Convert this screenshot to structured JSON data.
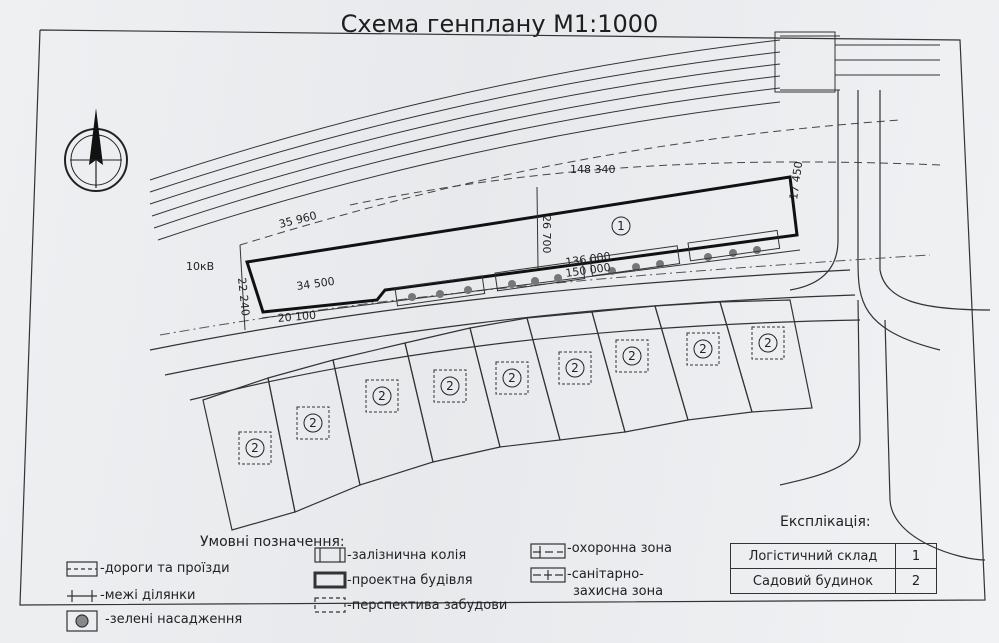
{
  "title": "Схема генплану М1:1000",
  "dimensions": {
    "d1": "148 340",
    "d2": "17 450",
    "d3": "35 960",
    "d4": "26 700",
    "d5": "10кВ",
    "d6": "34 500",
    "d7": "22 240",
    "d8": "136 000",
    "d9": "150 000",
    "d10": "20 100"
  },
  "plot_markers": {
    "building": "1",
    "house": "2"
  },
  "legend": {
    "title": "Умовні позначення:",
    "roads": "-дороги та проїзди",
    "boundaries": "-межі ділянки",
    "greenery": "-зелені насадження",
    "railway": "-залізнична колія",
    "project_building": "-проектна будівля",
    "future_building": "-перспектива забудови",
    "protection_zone": "-охоронна зона",
    "sanitary_zone_1": "-санітарно-",
    "sanitary_zone_2": "захисна зона"
  },
  "explication": {
    "title": "Експлікація:",
    "rows": [
      {
        "name": "Логістичний склад",
        "num": "1"
      },
      {
        "name": "Садовий будинок",
        "num": "2"
      }
    ]
  }
}
